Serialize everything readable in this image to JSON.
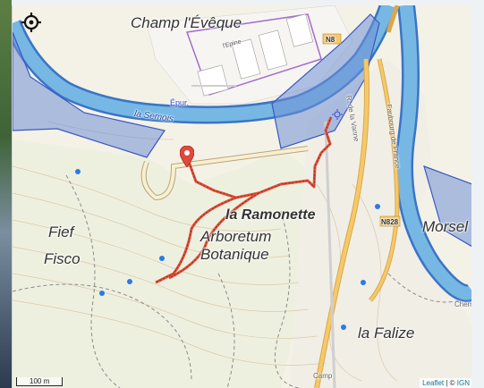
{
  "map": {
    "labels": {
      "champ_leveque": "Champ l'Évêque",
      "la_ramonette": "la Ramonette",
      "arboretum_1": "Arboretum",
      "arboretum_2": "Botanique",
      "fief": "Fief",
      "fisco": "Fisco",
      "la_falize": "la Falize",
      "morsel": "Morsel",
      "la_semois": "la Semois",
      "epur": "Épur.",
      "lepine": "l'Epine",
      "rue_vanne": "R. de la Vanne",
      "faubourg": "Faubourg de France",
      "n828": "N828",
      "n8": "N8",
      "camp": "Camp",
      "chem": "Chem",
      "morselan": "Morsel"
    },
    "colors": {
      "river": "#5a9fd4",
      "river_border": "#3b74c6",
      "protected_area": "#6f8fd6",
      "route": "#e0503a",
      "marker": "#e04a3c",
      "road": "#f5c96a"
    }
  },
  "controls": {
    "locate_icon": "crosshair-icon"
  },
  "scale": {
    "label": "100 m"
  },
  "attribution": {
    "leaflet": "Leaflet",
    "separator": " | © ",
    "ign": "IGN"
  }
}
